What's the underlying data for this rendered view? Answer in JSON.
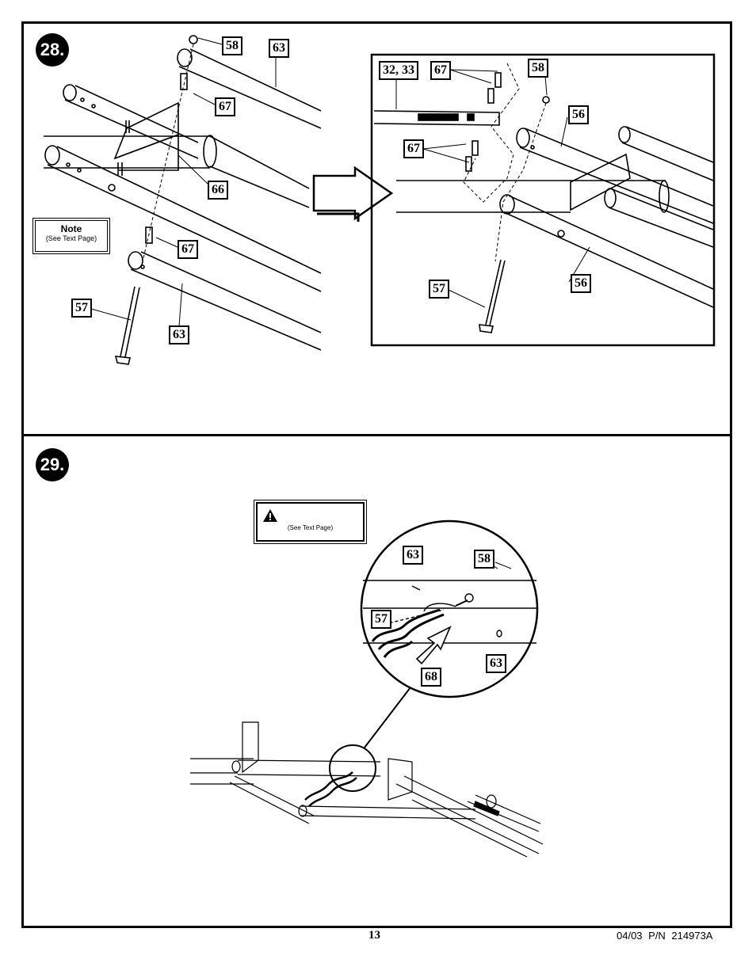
{
  "step28": {
    "number": "28.",
    "note_title": "Note",
    "note_subtitle": "(See Text Page)",
    "left_labels": [
      "58",
      "63",
      "67",
      "66",
      "67",
      "57",
      "63"
    ],
    "inset_labels": [
      "32, 33",
      "67",
      "58",
      "56",
      "67",
      "57",
      "56"
    ]
  },
  "step29": {
    "number": "29.",
    "warning_icon": "warning-triangle-icon",
    "warning_subtitle": "(See Text Page)",
    "detail_labels": [
      "63",
      "58",
      "57",
      "63",
      "68"
    ]
  },
  "footer": {
    "page_number": "13",
    "part_number": "04/03    P/N 214973A"
  }
}
